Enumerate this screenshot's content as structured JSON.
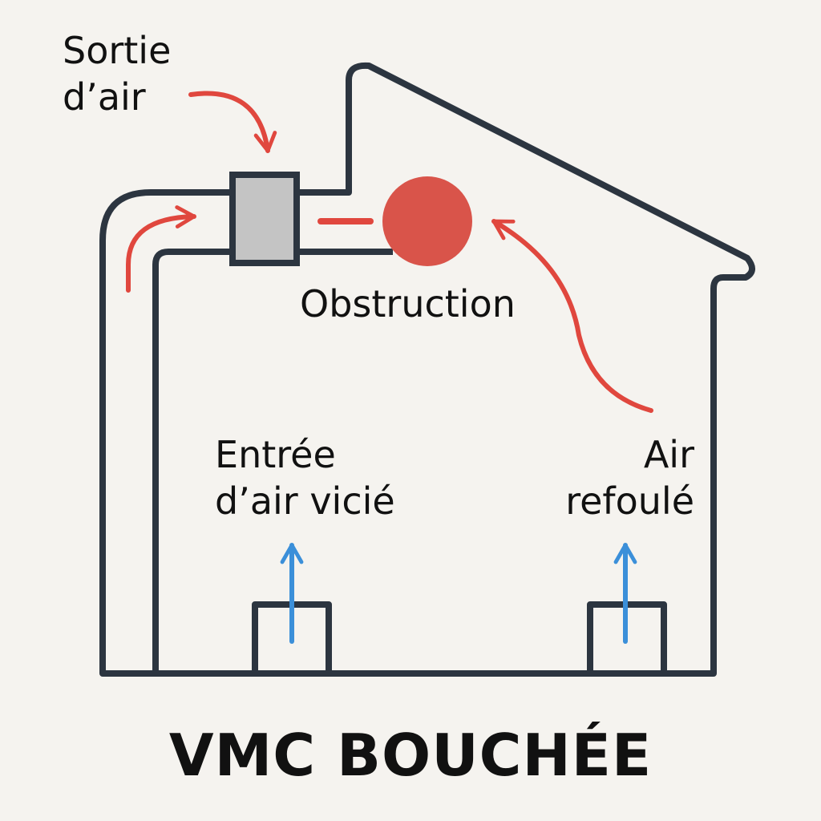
{
  "labels": {
    "air_outlet": [
      "Sortie",
      "d’air"
    ],
    "obstruction": "Obstruction",
    "stale_air_inlet": [
      "Entrée",
      "d’air vicié"
    ],
    "discharged_air": [
      "Air",
      "refoulé"
    ]
  },
  "title": "VMC BOUCHÉE",
  "colors": {
    "background": "#f5f3ef",
    "outline": "#2c3540",
    "obstruction": "#d9544a",
    "flow_arrow": "#e0473e",
    "inlet_arrow": "#3b8fd9",
    "fan_box": "#c4c4c4"
  }
}
